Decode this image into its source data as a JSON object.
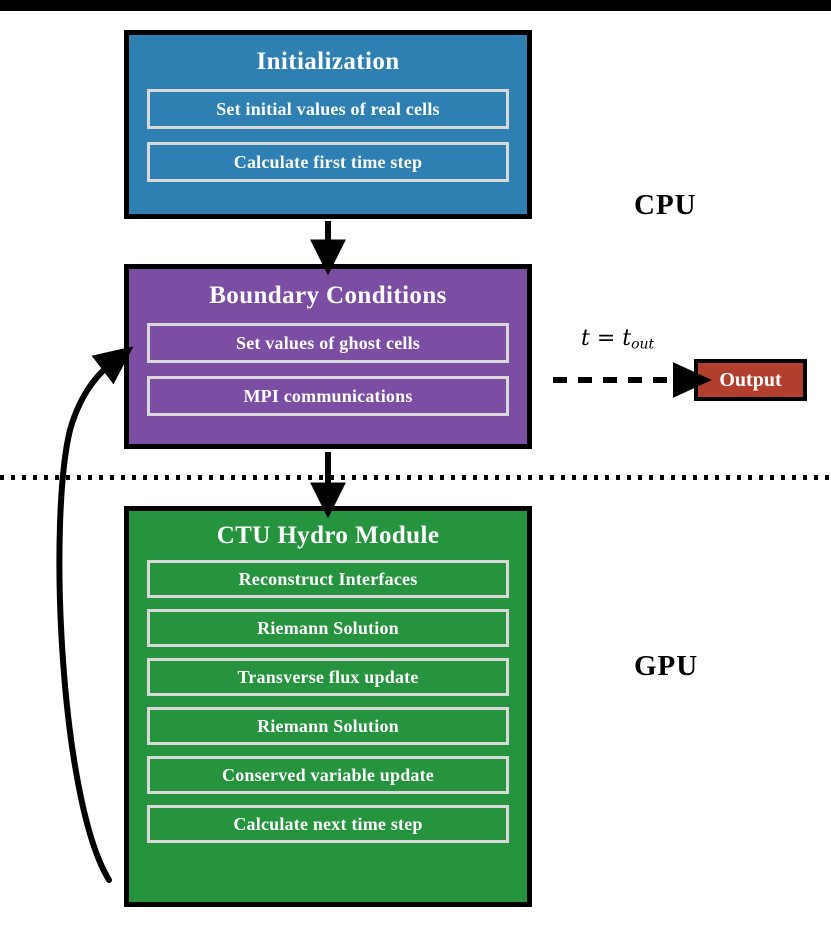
{
  "diagram": {
    "title": "CPU/GPU hydrodynamics code flowchart",
    "colors": {
      "initialization": "#2e7fb2",
      "boundary_conditions": "#7b4ea3",
      "ctu_hydro": "#26943f",
      "output": "#b23f2e",
      "border": "#000000",
      "substep_border": "#d9d9d9",
      "text_on_fill": "#ffffff",
      "background": "#ffffff"
    },
    "stages": [
      {
        "id": "initialization",
        "title": "Initialization",
        "region": "CPU",
        "steps": [
          "Set initial values of real cells",
          "Calculate first time step"
        ]
      },
      {
        "id": "boundary_conditions",
        "title": "Boundary Conditions",
        "region": "CPU",
        "steps": [
          "Set values of ghost cells",
          "MPI communications"
        ]
      },
      {
        "id": "ctu_hydro",
        "title": "CTU Hydro Module",
        "region": "GPU",
        "steps": [
          "Reconstruct Interfaces",
          "Riemann Solution",
          "Transverse flux update",
          "Riemann Solution",
          "Conserved variable update",
          "Calculate next time step"
        ]
      }
    ],
    "output_node": {
      "label": "Output"
    },
    "region_labels": {
      "cpu": "CPU",
      "gpu": "GPU"
    },
    "edges": [
      {
        "id": "init-to-bc",
        "from": "initialization",
        "to": "boundary_conditions",
        "style": "solid",
        "label": ""
      },
      {
        "id": "bc-to-ctu",
        "from": "boundary_conditions",
        "to": "ctu_hydro",
        "style": "solid",
        "label": ""
      },
      {
        "id": "bc-to-output",
        "from": "boundary_conditions",
        "to": "output_node",
        "style": "dashed",
        "label": "t = t_out"
      },
      {
        "id": "ctu-to-bc",
        "from": "ctu_hydro",
        "to": "boundary_conditions",
        "style": "curved-solid",
        "label": ""
      }
    ],
    "condition_label": {
      "lhs": "t",
      "equals": " = ",
      "rhs_base": "t",
      "rhs_sub": "out"
    },
    "divider": {
      "style": "dotted",
      "separates": "CPU / GPU"
    }
  }
}
